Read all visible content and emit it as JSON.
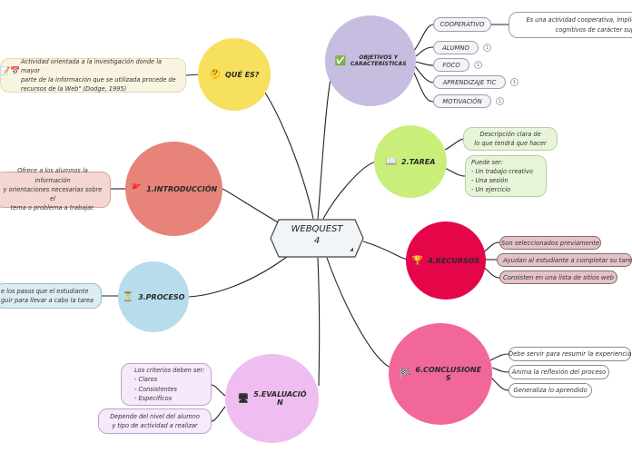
{
  "colors": {
    "line": "#222222",
    "que_es": "#f7e05e",
    "objetivos": "#c7bde0",
    "tarea": "#c9ef7a",
    "introduccion": "#e78378",
    "recursos": "#e5064a",
    "proceso": "#b7dcec",
    "conclusiones": "#f2679a",
    "evaluacion": "#efbdf0"
  },
  "center": {
    "title": "WEBQUEST\n4"
  },
  "topics": {
    "que_es": {
      "label": "QUÉ ES?",
      "icon": "thinking-face-icon",
      "glyph": "🤔"
    },
    "objetivos": {
      "label": "OBJETIVOS Y\nCARACTERÍSTICAS",
      "icon": "check-mark-icon",
      "glyph": "✅"
    },
    "tarea": {
      "label": "2.TAREA",
      "icon": "open-book-icon",
      "glyph": "📖"
    },
    "introduccion": {
      "label": "1.INTRODUCCIÓN",
      "icon": "flag-icon",
      "glyph": "🚩"
    },
    "recursos": {
      "label": "4.RECURSOS",
      "icon": "trophy-icon",
      "glyph": "🏆"
    },
    "proceso": {
      "label": "3.PROCESO",
      "icon": "hourglass-icon",
      "glyph": "⏳"
    },
    "conclusiones": {
      "label": "6.CONCLUSIONE\nS",
      "icon": "chequered-flag-icon",
      "glyph": "🏁"
    },
    "evaluacion": {
      "label": "5.EVALUACIÓ\nN",
      "icon": "computer-icon",
      "glyph": "🖥"
    }
  },
  "details": {
    "que_es_text": "Actividad orientada a la investigación donde la mayor\nparte de la información que se utilizada procede de\nrecursos de la Web\" (Dodge, 1995)",
    "objetivos_items": [
      "COOPERATIVO",
      "ALUMNO",
      "FOCO",
      "APRENDIZAJE TIC",
      "MOTIVACIÓN"
    ],
    "objetivos_badges": [
      "1",
      "1",
      "1",
      "1"
    ],
    "cooperativo_text": "Es una actividad cooperativa, implica\ncognitivos de carácter supe",
    "tarea_items": [
      "Descripción clara de\nlo que tendrá que hacer",
      "Puede ser:\n- Un trabajo creativo\n- Una sesión\n- Un ejercicio"
    ],
    "intro_text": "Ofrece a los alumnos la información\ny orientaciones necesarias sobre el\ntema o problema a trabajar.",
    "recursos_items": [
      "Son seleccionados previamente",
      "Ayudan al estudiante a completar su tarea",
      "Consisten en una lista de sitios web"
    ],
    "proceso_text": "e los pasos que el estudiante\nguir para llevar a cabo la tarea",
    "conclusiones_items": [
      "Debe servir para resumir la experiencia",
      "Anima la reflexión del proceso",
      "Generaliza lo aprendido"
    ],
    "evaluacion_items": [
      "Los criterios deben ser:\n- Claros\n- Consistentes\n- Específicos",
      "Depende del nivel del alumno\ny tipo de actividad a realizar"
    ]
  }
}
